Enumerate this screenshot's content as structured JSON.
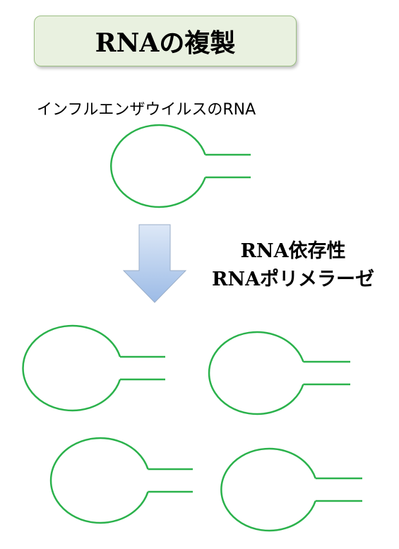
{
  "title": "RNAの複製",
  "virus_label": "インフルエンザウイルスのRNA",
  "enzyme": {
    "line1": "RNA依存性",
    "line2": "RNAポリメラーゼ"
  },
  "colors": {
    "rna_stroke": "#2bb24c",
    "arrow_top": "#dde8f7",
    "arrow_bottom": "#9cbbe6",
    "title_bg": "#e9f1e0",
    "title_border": "#9cbf84"
  }
}
